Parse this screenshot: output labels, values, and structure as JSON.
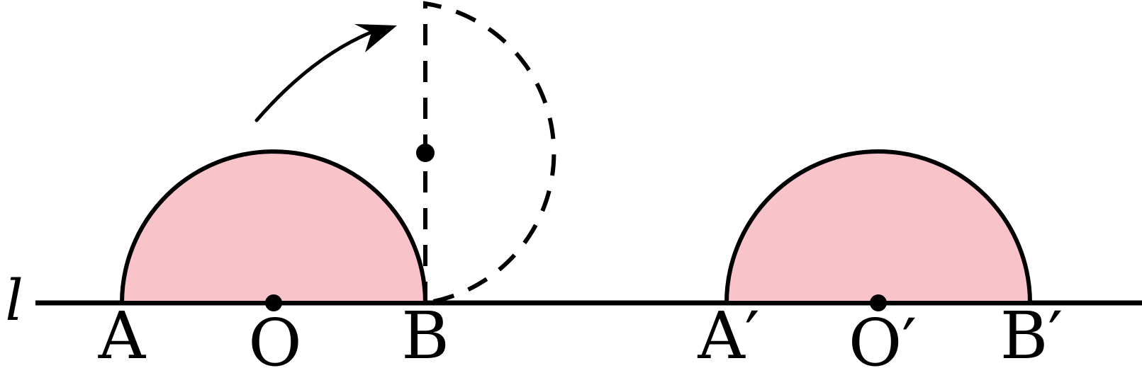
{
  "diagram": {
    "line_label": "l",
    "points": {
      "A": "A",
      "O": "O",
      "B": "B",
      "A_prime": "A′",
      "O_prime": "O′",
      "B_prime": "B′"
    },
    "colors": {
      "semicircle_fill": "#f9c3ca",
      "stroke": "#000000"
    }
  }
}
